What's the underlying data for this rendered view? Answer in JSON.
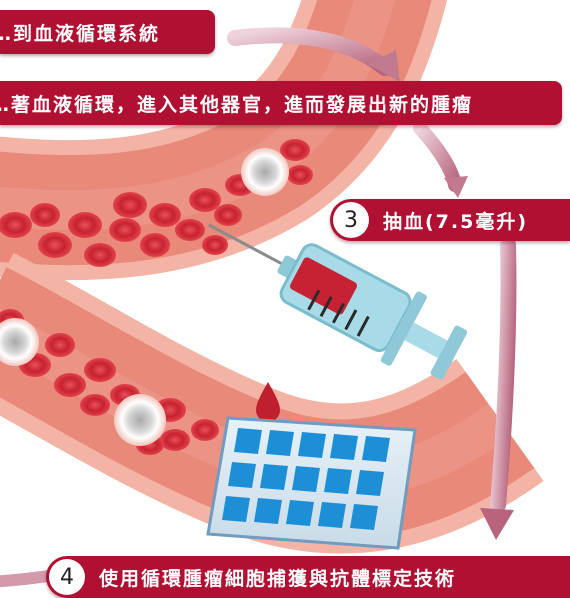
{
  "banners": {
    "top": "…到血液循環系統",
    "middle": "…著血液循環，進入其他器官，進而發展出新的腫瘤"
  },
  "steps": [
    {
      "number": "3",
      "label": "抽血(7.5毫升)"
    },
    {
      "number": "4",
      "label": "使用循環腫瘤細胞捕獲與抗體標定技術"
    }
  ],
  "colors": {
    "banner": "#b01031",
    "vessel": "#e98a7b",
    "red_cell": "#d9323f",
    "arrow": "#c77c90",
    "syringe": "#9ed3e0",
    "chip": "#1d8fd6"
  }
}
